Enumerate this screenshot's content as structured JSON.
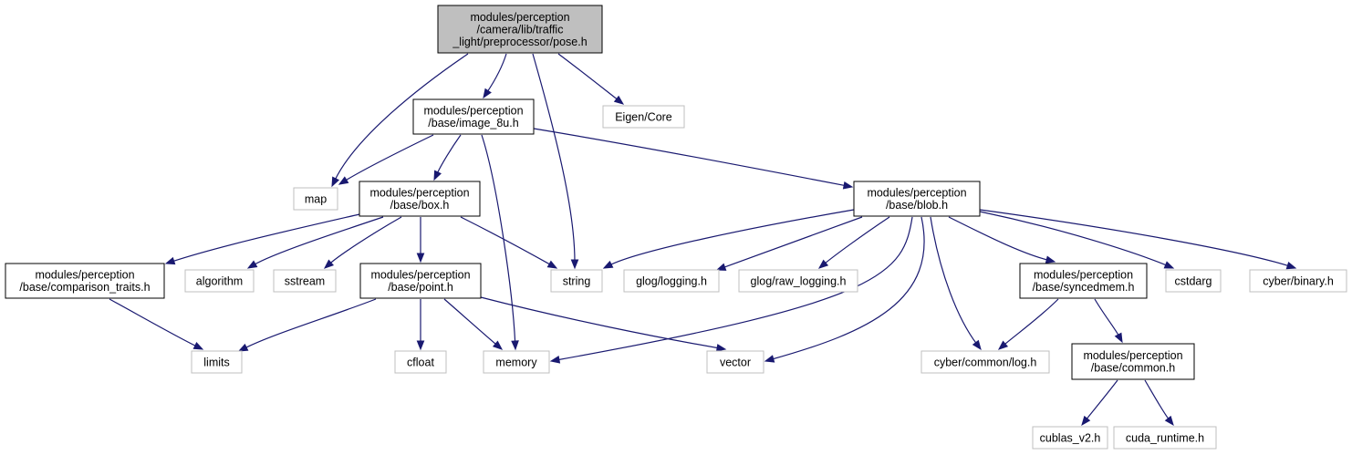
{
  "colors": {
    "edge": "#191970",
    "focus_fill": "#bfbfbf",
    "internal_stroke": "#000000",
    "external_stroke": "#bfbfbf",
    "background": "#ffffff"
  },
  "nodes": [
    {
      "id": "pose",
      "lines": [
        "modules/perception",
        "/camera/lib/traffic",
        "_light/preprocessor/pose.h"
      ],
      "kind": "focus"
    },
    {
      "id": "image_8u",
      "lines": [
        "modules/perception",
        "/base/image_8u.h"
      ],
      "kind": "internal"
    },
    {
      "id": "eigen_core",
      "lines": [
        "Eigen/Core"
      ],
      "kind": "external"
    },
    {
      "id": "map",
      "lines": [
        "map"
      ],
      "kind": "external"
    },
    {
      "id": "box",
      "lines": [
        "modules/perception",
        "/base/box.h"
      ],
      "kind": "internal"
    },
    {
      "id": "blob",
      "lines": [
        "modules/perception",
        "/base/blob.h"
      ],
      "kind": "internal"
    },
    {
      "id": "comparison_traits",
      "lines": [
        "modules/perception",
        "/base/comparison_traits.h"
      ],
      "kind": "internal"
    },
    {
      "id": "algorithm",
      "lines": [
        "algorithm"
      ],
      "kind": "external"
    },
    {
      "id": "sstream",
      "lines": [
        "sstream"
      ],
      "kind": "external"
    },
    {
      "id": "point",
      "lines": [
        "modules/perception",
        "/base/point.h"
      ],
      "kind": "internal"
    },
    {
      "id": "string",
      "lines": [
        "string"
      ],
      "kind": "external"
    },
    {
      "id": "glog_logging",
      "lines": [
        "glog/logging.h"
      ],
      "kind": "external"
    },
    {
      "id": "glog_raw_logging",
      "lines": [
        "glog/raw_logging.h"
      ],
      "kind": "external"
    },
    {
      "id": "syncedmem",
      "lines": [
        "modules/perception",
        "/base/syncedmem.h"
      ],
      "kind": "internal"
    },
    {
      "id": "cstdarg",
      "lines": [
        "cstdarg"
      ],
      "kind": "external"
    },
    {
      "id": "cyber_binary",
      "lines": [
        "cyber/binary.h"
      ],
      "kind": "external"
    },
    {
      "id": "limits",
      "lines": [
        "limits"
      ],
      "kind": "external"
    },
    {
      "id": "cfloat",
      "lines": [
        "cfloat"
      ],
      "kind": "external"
    },
    {
      "id": "memory",
      "lines": [
        "memory"
      ],
      "kind": "external"
    },
    {
      "id": "vector",
      "lines": [
        "vector"
      ],
      "kind": "external"
    },
    {
      "id": "cyber_common_log",
      "lines": [
        "cyber/common/log.h"
      ],
      "kind": "external"
    },
    {
      "id": "common",
      "lines": [
        "modules/perception",
        "/base/common.h"
      ],
      "kind": "internal"
    },
    {
      "id": "cublas",
      "lines": [
        "cublas_v2.h"
      ],
      "kind": "external"
    },
    {
      "id": "cuda_runtime",
      "lines": [
        "cuda_runtime.h"
      ],
      "kind": "external"
    }
  ],
  "edges": [
    {
      "from": "pose",
      "to": "map"
    },
    {
      "from": "pose",
      "to": "image_8u"
    },
    {
      "from": "pose",
      "to": "string"
    },
    {
      "from": "pose",
      "to": "eigen_core"
    },
    {
      "from": "image_8u",
      "to": "map"
    },
    {
      "from": "image_8u",
      "to": "box"
    },
    {
      "from": "image_8u",
      "to": "memory"
    },
    {
      "from": "image_8u",
      "to": "blob"
    },
    {
      "from": "box",
      "to": "comparison_traits"
    },
    {
      "from": "box",
      "to": "algorithm"
    },
    {
      "from": "box",
      "to": "sstream"
    },
    {
      "from": "box",
      "to": "point"
    },
    {
      "from": "box",
      "to": "string"
    },
    {
      "from": "blob",
      "to": "string"
    },
    {
      "from": "blob",
      "to": "glog_logging"
    },
    {
      "from": "blob",
      "to": "glog_raw_logging"
    },
    {
      "from": "blob",
      "to": "memory"
    },
    {
      "from": "blob",
      "to": "vector"
    },
    {
      "from": "blob",
      "to": "cyber_common_log"
    },
    {
      "from": "blob",
      "to": "syncedmem"
    },
    {
      "from": "blob",
      "to": "cstdarg"
    },
    {
      "from": "blob",
      "to": "cyber_binary"
    },
    {
      "from": "comparison_traits",
      "to": "limits"
    },
    {
      "from": "point",
      "to": "limits"
    },
    {
      "from": "point",
      "to": "cfloat"
    },
    {
      "from": "point",
      "to": "memory"
    },
    {
      "from": "point",
      "to": "vector"
    },
    {
      "from": "syncedmem",
      "to": "cyber_common_log"
    },
    {
      "from": "syncedmem",
      "to": "common"
    },
    {
      "from": "common",
      "to": "cublas"
    },
    {
      "from": "common",
      "to": "cuda_runtime"
    }
  ]
}
